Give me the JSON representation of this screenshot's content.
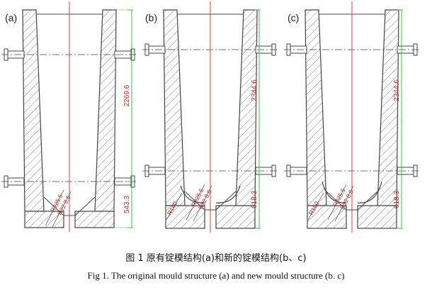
{
  "panels": [
    {
      "label": "(a)",
      "dim_total": "2269.6",
      "dim_bottom": "543.3",
      "radius_1": "R225.5",
      "radius_2": "R22 8.6",
      "radius_3": ""
    },
    {
      "label": "(b)",
      "dim_total": "2344.6",
      "dim_bottom": "618.3",
      "radius_1": "R225.5",
      "radius_2": "R22 8.6",
      "radius_3": "R100"
    },
    {
      "label": "(c)",
      "dim_total": "2344.6",
      "dim_bottom": "618.3",
      "radius_1": "R225.5",
      "radius_2": "R22 8.6",
      "radius_3": "R150"
    }
  ],
  "caption": {
    "chinese": "图 1  原有锭模结构(a)和新的锭模结构(b、c)",
    "english": "Fig 1. The original mould structure (a) and new mould structure (b. c)"
  },
  "colors": {
    "outline": "#444444",
    "hatch": "#8a8a8a",
    "centerline": "#e83a3a",
    "dimension": "#2ecc40",
    "background": "#ffffff"
  }
}
